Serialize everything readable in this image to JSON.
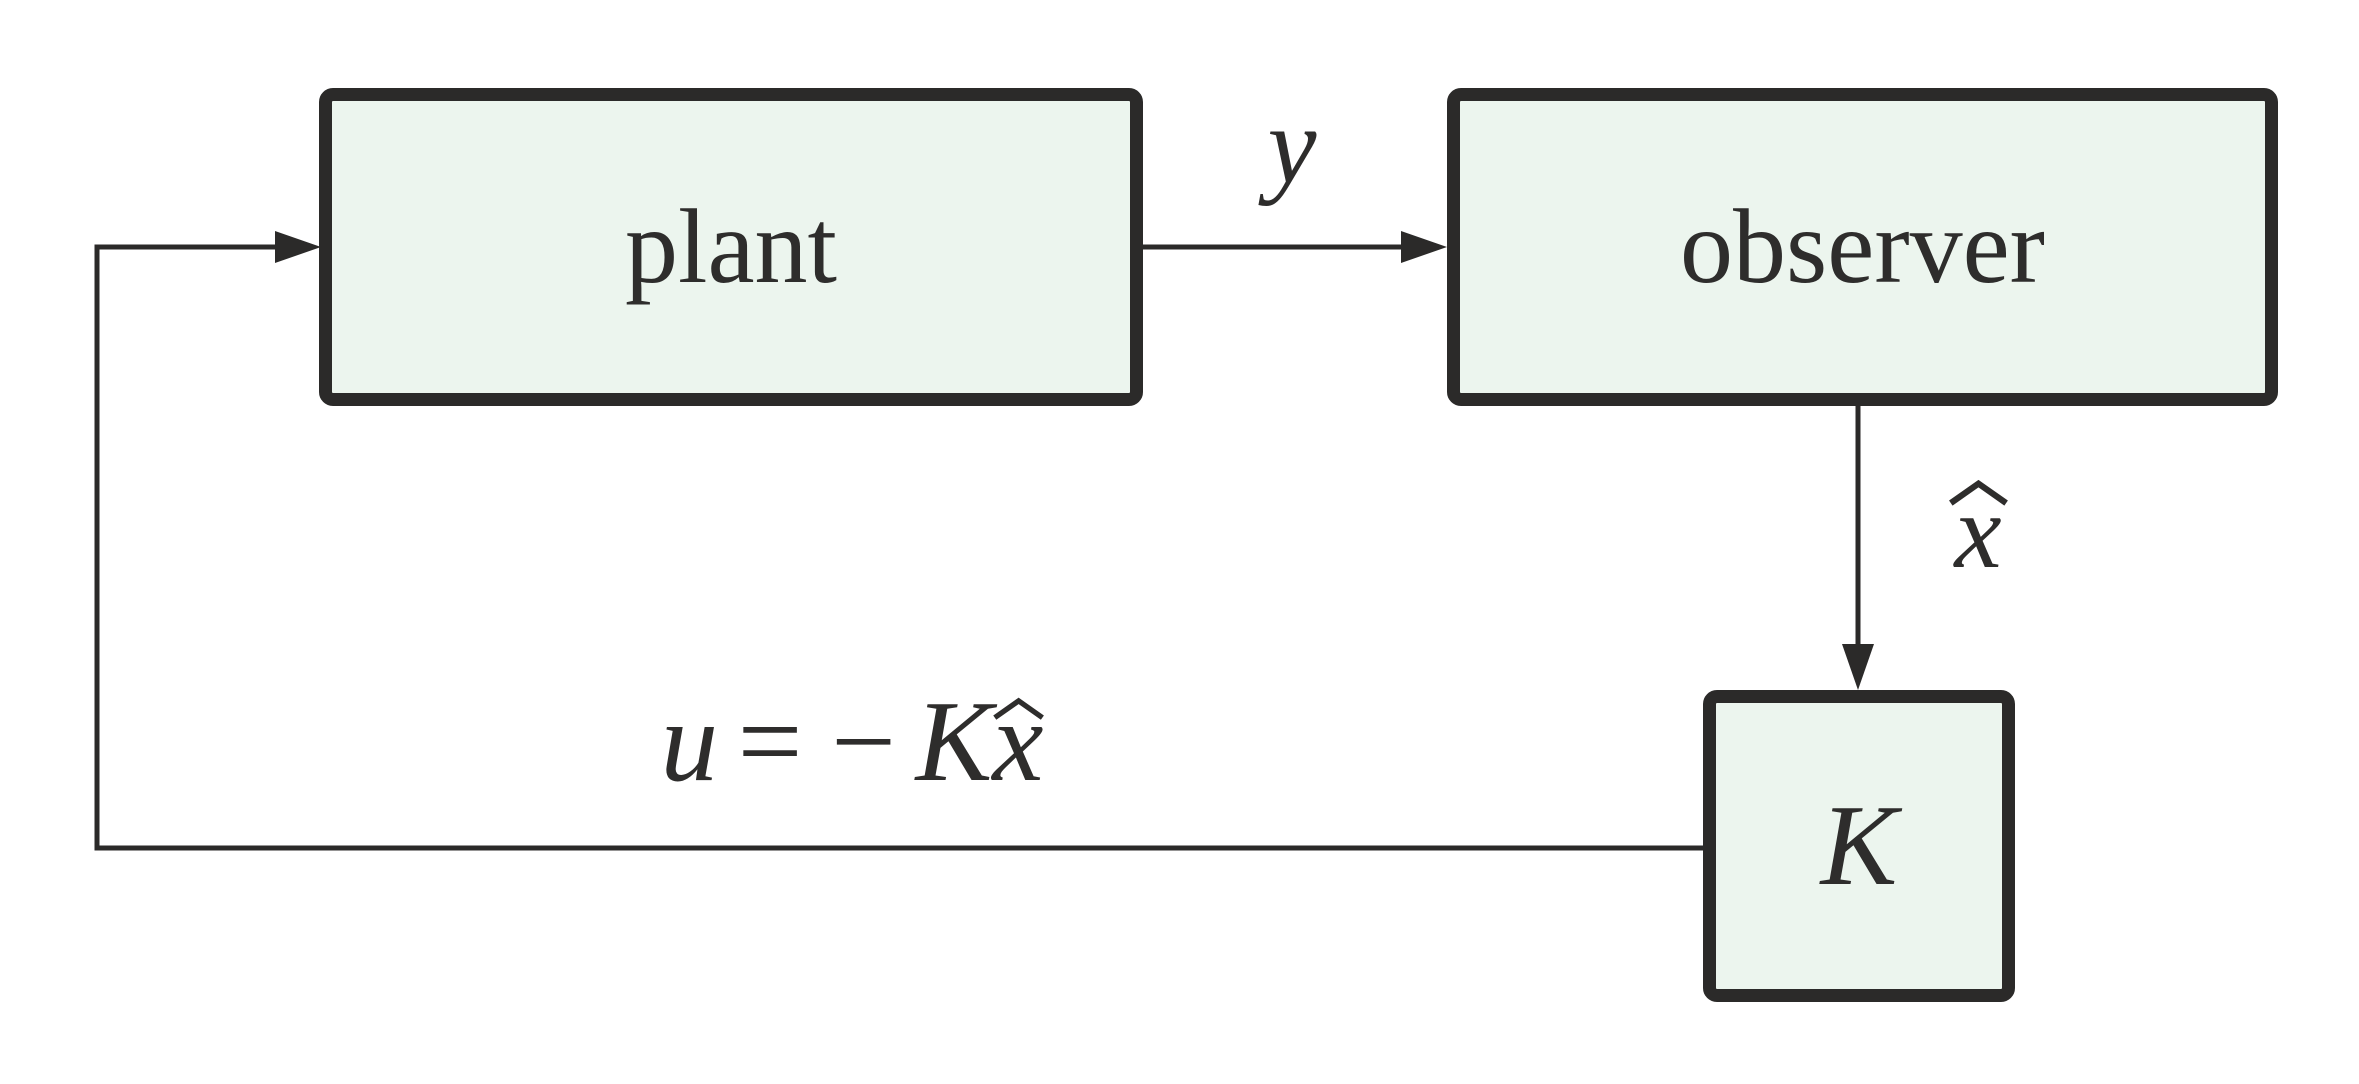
{
  "colors": {
    "background": "#ffffff",
    "block_fill": "#ecf5ee",
    "block_border": "#2b2a29",
    "line": "#2b2a29",
    "text": "#2e2d2c"
  },
  "blocks": {
    "plant": {
      "label": "plant"
    },
    "observer": {
      "label": "observer"
    },
    "gain": {
      "label": "K"
    }
  },
  "signals": {
    "output": {
      "label": "y"
    },
    "state_estimate": {
      "label": "x̂",
      "base": "x"
    },
    "control_law": {
      "label": "u = −Kx̂",
      "lhs": "u",
      "operator": "= −",
      "gain": "K",
      "base": "x"
    }
  }
}
